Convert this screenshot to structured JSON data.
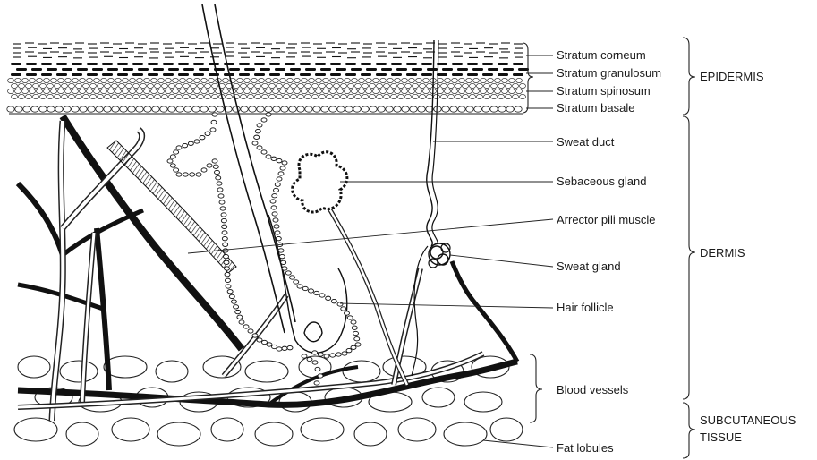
{
  "labels": {
    "stratum_corneum": "Stratum corneum",
    "stratum_granulosum": "Stratum granulosum",
    "stratum_spinosum": "Stratum spinosum",
    "stratum_basale": "Stratum basale",
    "sweat_duct": "Sweat duct",
    "sebaceous_gland": "Sebaceous gland",
    "arrector_pili_muscle": "Arrector pili muscle",
    "sweat_gland": "Sweat gland",
    "hair_follicle": "Hair follicle",
    "blood_vessels": "Blood vessels",
    "fat_lobules": "Fat lobules"
  },
  "groups": {
    "epidermis": "EPIDERMIS",
    "dermis": "DERMIS",
    "subcutaneous_line1": "SUBCUTANEOUS",
    "subcutaneous_line2": "TISSUE"
  }
}
